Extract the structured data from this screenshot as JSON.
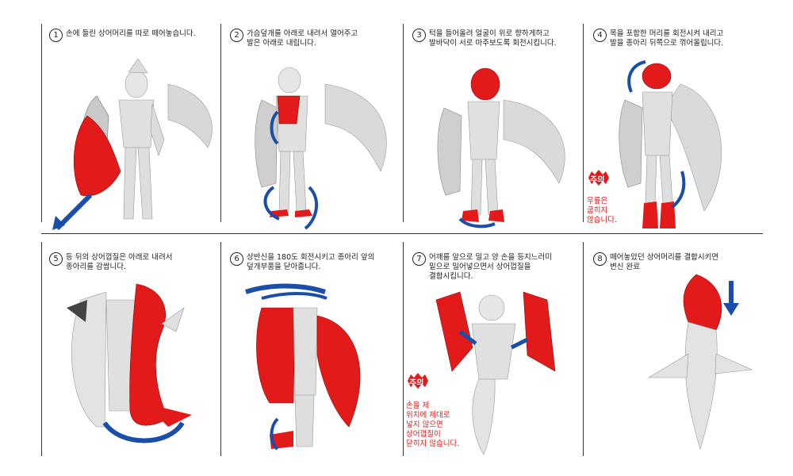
{
  "colors": {
    "red": "#e21a1a",
    "blue": "#1b4ea8",
    "grey": "#cfcfcf"
  },
  "steps": [
    {
      "number": "1",
      "text": "손에 들린 상어머리를 따로 떼어놓습니다."
    },
    {
      "number": "2",
      "text": "가슴덮개를 아래로 내려서 열어주고\n발은 아래로 내립니다."
    },
    {
      "number": "3",
      "text": "턱을 들어올려 얼굴이 위로 향하게하고\n발바닥이 서로 마주보도록 회전시킵니다."
    },
    {
      "number": "4",
      "text": "목을 포함한 머리를 회전시켜 내리고\n발을 종아리 뒤쪽으로 꺾어올립니다."
    },
    {
      "number": "5",
      "text": "등 뒤의 상어껍질은 아래로 내려서\n종아리를 감쌉니다."
    },
    {
      "number": "6",
      "text": "상반신을 180도 회전시키고 종아리 앞의\n덮개부품을 닫아줍니다."
    },
    {
      "number": "7",
      "text": "어깨를 앞으로 밀고 양 손을 등지느러미\n밑으로 밀어넣으면서 상어껍질을\n결합시킵니다."
    },
    {
      "number": "8",
      "text": "떼어놓았던 상어머리를 결합시키면\n변신 완료"
    }
  ],
  "warnings": [
    {
      "badge": "주의",
      "text": "무릎은\n굽히지\n않습니다."
    },
    {
      "badge": "주의",
      "text": "손을 제\n위치에 제대로\n넣지 않으면\n상어껍질이\n닫히지 않습니다."
    }
  ]
}
